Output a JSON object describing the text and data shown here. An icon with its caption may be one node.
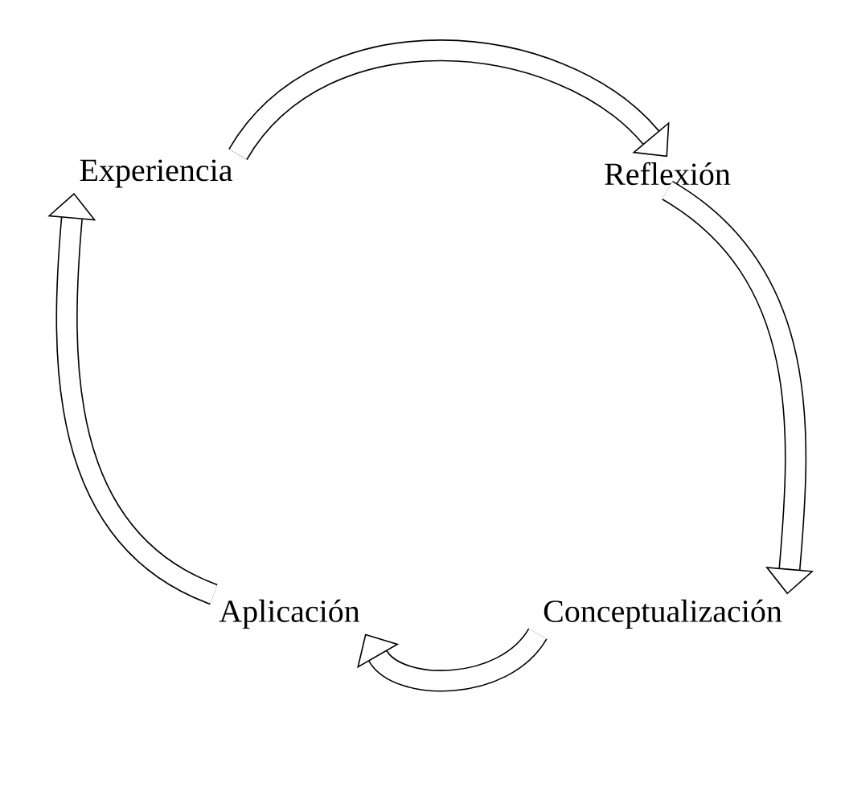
{
  "diagram": {
    "nodes": [
      {
        "text": [
          "Experiencia"
        ]
      },
      {
        "text": [
          "Reflexión"
        ]
      },
      {
        "text": [
          "Conceptualización"
        ]
      },
      {
        "text": [
          "Aplicación"
        ]
      }
    ],
    "edges": [
      {
        "from": 0,
        "to": 1,
        "arrow": "to"
      },
      {
        "from": 1,
        "to": 2,
        "arrow": "to"
      },
      {
        "from": 2,
        "to": 3,
        "arrow": "to"
      },
      {
        "from": 3,
        "to": 0,
        "arrow": "to"
      }
    ]
  }
}
